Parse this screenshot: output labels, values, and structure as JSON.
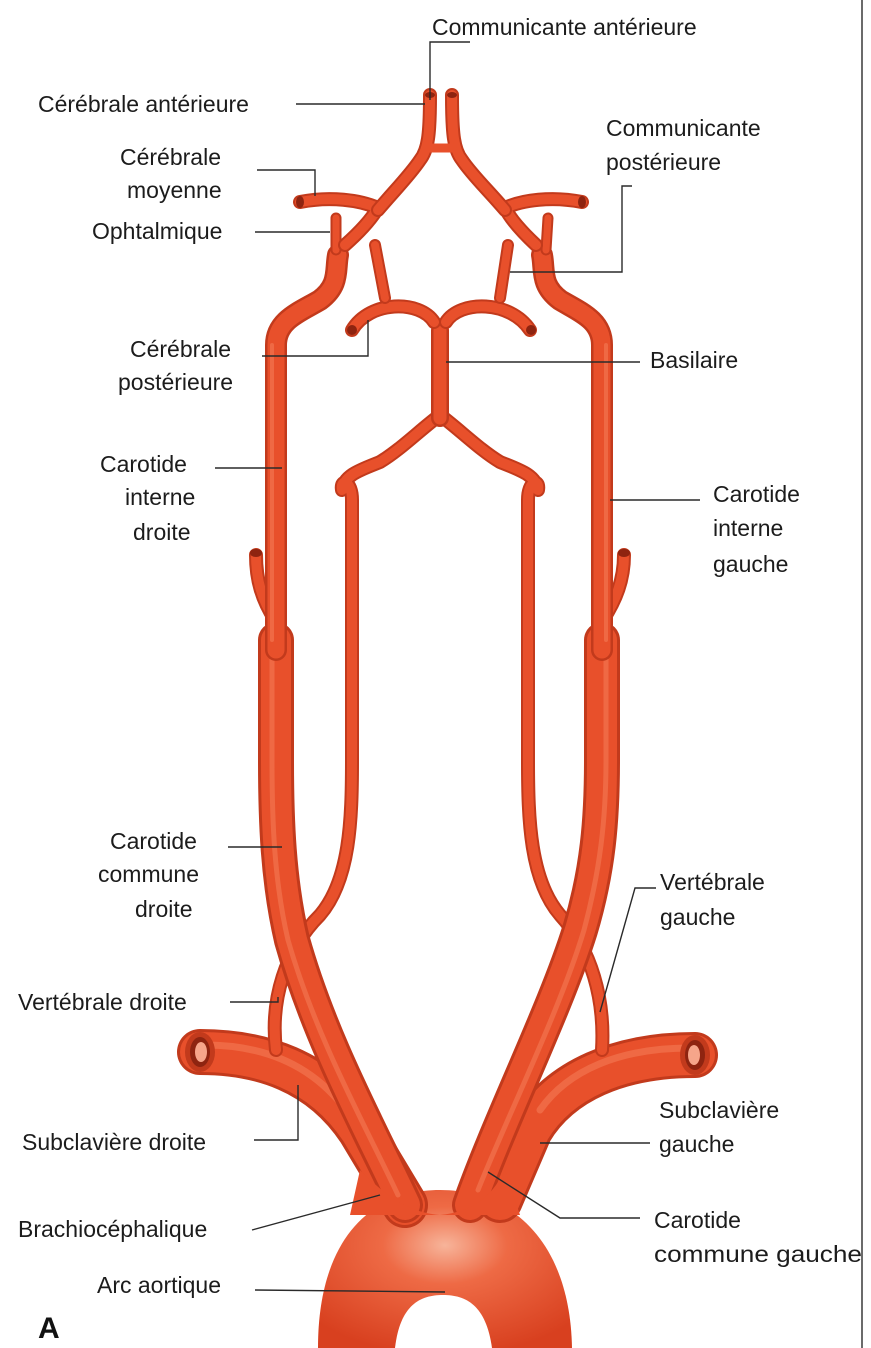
{
  "figure_letter": "A",
  "colors": {
    "artery": "#e8502b",
    "artery_dark": "#c23a1c",
    "artery_light": "#f47a55",
    "leader": "#2a2a2a",
    "text": "#1c1c1c"
  },
  "labels": {
    "communicante_anterieure": "Communicante antérieure",
    "cerebrale_anterieure": "Cérébrale antérieure",
    "communicante_posterieure_1": "Communicante",
    "communicante_posterieure_2": "postérieure",
    "cerebrale_moyenne_1": "Cérébrale",
    "cerebrale_moyenne_2": "moyenne",
    "ophtalmique": "Ophtalmique",
    "cerebrale_posterieure_1": "Cérébrale",
    "cerebrale_posterieure_2": "postérieure",
    "basilaire": "Basilaire",
    "carotide_interne_droite_1": "Carotide",
    "carotide_interne_droite_2": "interne",
    "carotide_interne_droite_3": "droite",
    "carotide_interne_gauche_1": "Carotide",
    "carotide_interne_gauche_2": "interne",
    "carotide_interne_gauche_3": "gauche",
    "carotide_commune_droite_1": "Carotide",
    "carotide_commune_droite_2": "commune",
    "carotide_commune_droite_3": "droite",
    "vertebrale_droite": "Vertébrale droite",
    "vertebrale_gauche_1": "Vertébrale",
    "vertebrale_gauche_2": "gauche",
    "subclaviere_droite": "Subclavière droite",
    "subclaviere_gauche_1": "Subclavière",
    "subclaviere_gauche_2": "gauche",
    "brachiocephalique": "Brachiocéphalique",
    "carotide_commune_gauche_1": "Carotide",
    "carotide_commune_gauche_2": "commune gauche",
    "arc_aortique": "Arc aortique"
  }
}
